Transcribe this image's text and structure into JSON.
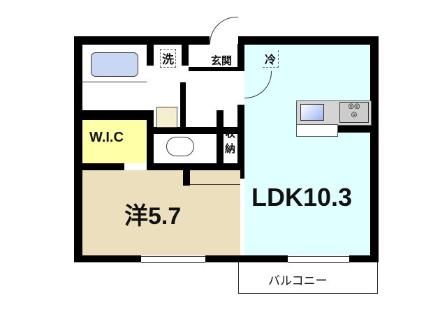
{
  "floorplan": {
    "rooms": {
      "western_room": {
        "label": "洋5.7",
        "color": "#ecdfbe"
      },
      "ldk": {
        "label": "LDK10.3",
        "color": "#e0ffff"
      },
      "wic": {
        "label": "W.I.C",
        "color": "#ffffa8"
      },
      "entrance": {
        "label": "玄関"
      },
      "washer": {
        "label": "洗"
      },
      "fridge": {
        "label": "冷"
      },
      "storage": {
        "label": "収納"
      },
      "balcony": {
        "label": "バルコニー"
      }
    },
    "colors": {
      "wall": "#000000",
      "bathtub": "#c8d8f4"
    }
  }
}
